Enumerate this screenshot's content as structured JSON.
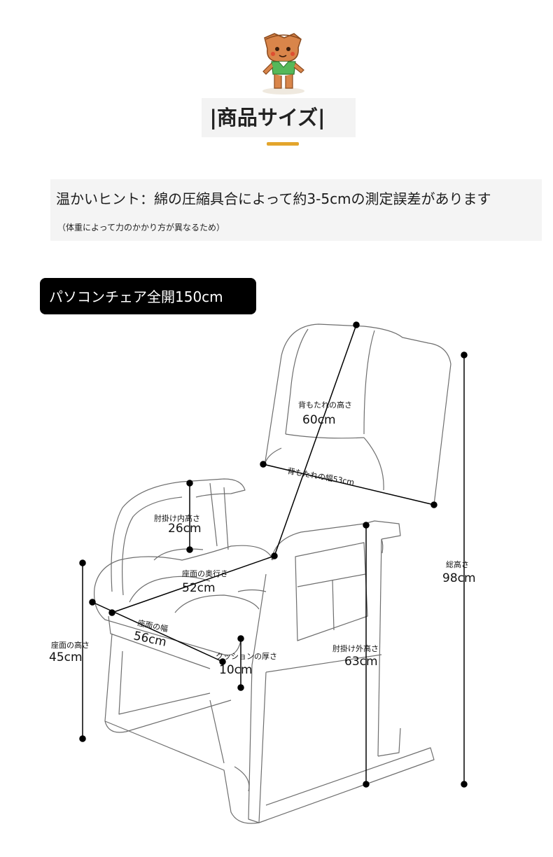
{
  "section_title": "|商品サイズ|",
  "hint": {
    "main": "温かいヒント：綿の圧縮具合によって約3-5cmの測定誤差があります",
    "sub": "（体重によって力のかかり方が異なるため）"
  },
  "label_badge": "パソコンチェア全開150cm",
  "dimensions": {
    "backrest_height": {
      "label": "背もたれの高さ",
      "value": "60cm"
    },
    "backrest_width": {
      "label": "背もたれの幅53cm"
    },
    "armrest_inner_height": {
      "label": "肘掛け内高さ",
      "value": "26cm"
    },
    "seat_depth": {
      "label": "座面の奥行き",
      "value": "52cm"
    },
    "seat_width": {
      "label": "座面の幅",
      "value": "56cm"
    },
    "seat_height": {
      "label": "座面の高さ",
      "value": "45cm"
    },
    "cushion_thickness": {
      "label": "クッションの厚さ",
      "value": "10cm"
    },
    "armrest_outer_height": {
      "label": "肘掛け外高さ",
      "value": "63cm"
    },
    "total_height": {
      "label": "総高さ",
      "value": "98cm"
    }
  },
  "colors": {
    "accent": "#e3a52c",
    "badge_bg": "#000000",
    "outline": "#6e6e6e"
  },
  "icons": {
    "mascot": "tree-stump-mascot"
  }
}
